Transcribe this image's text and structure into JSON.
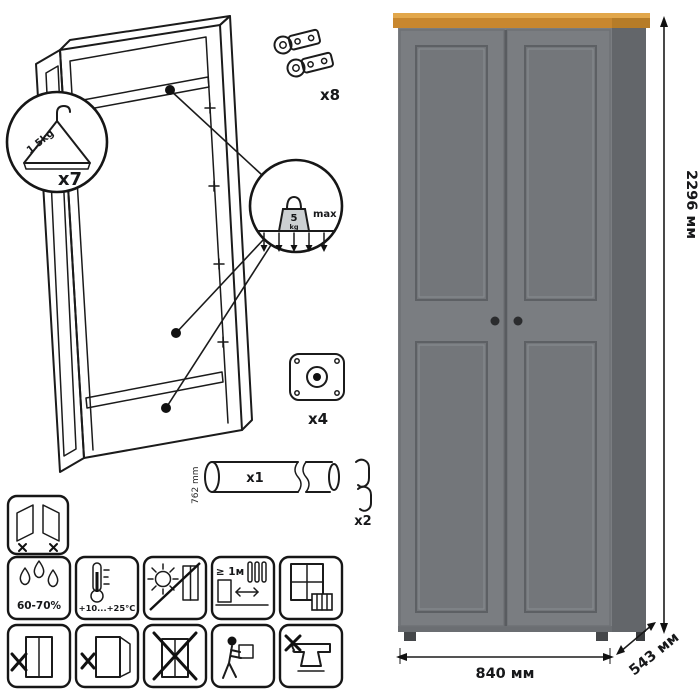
{
  "callouts": {
    "hanger": {
      "capacity": "1.5kg",
      "count": "x7"
    },
    "load": {
      "value": "5",
      "unit": "kg",
      "limit": "max"
    }
  },
  "hardware": {
    "hinge_count": "x8",
    "foot_count": "x4",
    "rod_count": "x1",
    "rod_length": "762 mm",
    "hook_count": "x2"
  },
  "care": {
    "humidity": "60-70%",
    "temperature": "+10...+25°C",
    "radiator_distance": "≥ 1м"
  },
  "dimensions": {
    "height": "2296 мм",
    "width": "840 мм",
    "depth": "543 мм"
  },
  "colors": {
    "wood_top": "#c8872f",
    "wood_top_light": "#e2a74b",
    "body_front": "#7a7d81",
    "body_side": "#63666a",
    "outline": "#1b1b1b"
  }
}
